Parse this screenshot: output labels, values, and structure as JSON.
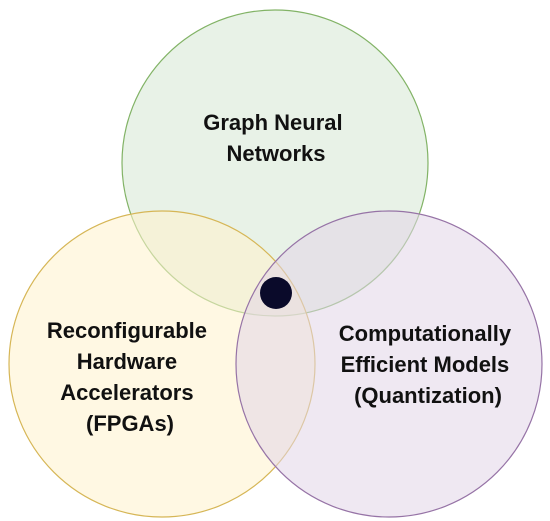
{
  "sets": [
    {
      "id": "gnn",
      "lines": [
        "Graph Neural",
        "Networks"
      ],
      "fill": "#d5e8d4",
      "stroke": "#82b366"
    },
    {
      "id": "fpga",
      "lines": [
        "Reconfigurable",
        "Hardware",
        "Accelerators",
        "(FPGAs)"
      ],
      "fill": "#fff2cc",
      "stroke": "#d6b656"
    },
    {
      "id": "quant",
      "lines": [
        "Computationally",
        "Efficient Models",
        "(Quantization)"
      ],
      "fill": "#e1d5e7",
      "stroke": "#9673a6"
    }
  ],
  "center_marker": {
    "color": "#0a0a2a"
  }
}
